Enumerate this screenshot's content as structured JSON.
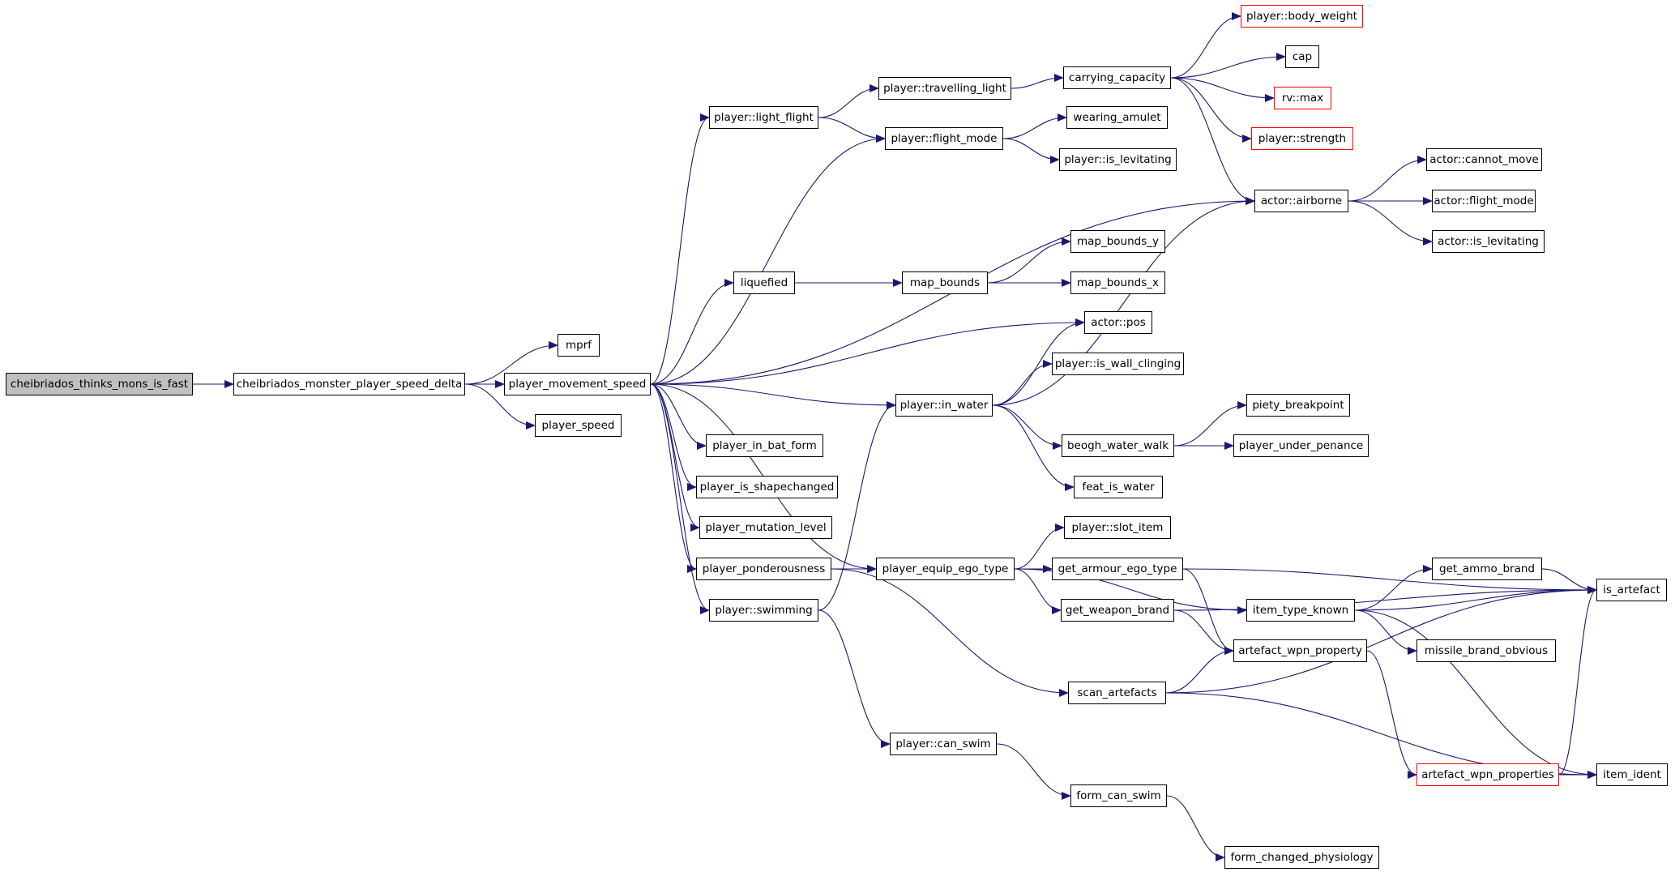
{
  "colors": {
    "edge": "#191970",
    "node_border": "#000000",
    "external_border": "#ff0000",
    "root_fill": "#bfbfbf",
    "node_fill": "#ffffff"
  },
  "nodes": [
    {
      "id": "cheibriados_thinks_mons_is_fast",
      "label": "cheibriados_thinks_mons_is_fast",
      "style": "root"
    },
    {
      "id": "cheibriados_monster_player_speed_delta",
      "label": "cheibriados_monster_player_speed_delta"
    },
    {
      "id": "mprf",
      "label": "mprf"
    },
    {
      "id": "player_movement_speed",
      "label": "player_movement_speed"
    },
    {
      "id": "player_speed",
      "label": "player_speed"
    },
    {
      "id": "player_light_flight",
      "label": "player::light_flight"
    },
    {
      "id": "player_travelling_light",
      "label": "player::travelling_light"
    },
    {
      "id": "carrying_capacity",
      "label": "carrying_capacity"
    },
    {
      "id": "player_body_weight",
      "label": "player::body_weight",
      "style": "external"
    },
    {
      "id": "cap",
      "label": "cap"
    },
    {
      "id": "rv_max",
      "label": "rv::max",
      "style": "external"
    },
    {
      "id": "player_strength",
      "label": "player::strength",
      "style": "external"
    },
    {
      "id": "player_flight_mode",
      "label": "player::flight_mode"
    },
    {
      "id": "wearing_amulet",
      "label": "wearing_amulet"
    },
    {
      "id": "player_is_levitating",
      "label": "player::is_levitating"
    },
    {
      "id": "actor_airborne",
      "label": "actor::airborne"
    },
    {
      "id": "actor_cannot_move",
      "label": "actor::cannot_move"
    },
    {
      "id": "actor_flight_mode",
      "label": "actor::flight_mode"
    },
    {
      "id": "actor_is_levitating",
      "label": "actor::is_levitating"
    },
    {
      "id": "liquefied",
      "label": "liquefied"
    },
    {
      "id": "map_bounds",
      "label": "map_bounds"
    },
    {
      "id": "map_bounds_y",
      "label": "map_bounds_y"
    },
    {
      "id": "map_bounds_x",
      "label": "map_bounds_x"
    },
    {
      "id": "actor_pos",
      "label": "actor::pos"
    },
    {
      "id": "player_is_wall_clinging",
      "label": "player::is_wall_clinging"
    },
    {
      "id": "player_in_water",
      "label": "player::in_water"
    },
    {
      "id": "piety_breakpoint",
      "label": "piety_breakpoint"
    },
    {
      "id": "beogh_water_walk",
      "label": "beogh_water_walk"
    },
    {
      "id": "player_under_penance",
      "label": "player_under_penance"
    },
    {
      "id": "feat_is_water",
      "label": "feat_is_water"
    },
    {
      "id": "player_in_bat_form",
      "label": "player_in_bat_form"
    },
    {
      "id": "player_is_shapechanged",
      "label": "player_is_shapechanged"
    },
    {
      "id": "player_mutation_level",
      "label": "player_mutation_level"
    },
    {
      "id": "player_slot_item",
      "label": "player::slot_item"
    },
    {
      "id": "player_ponderousness",
      "label": "player_ponderousness"
    },
    {
      "id": "player_equip_ego_type",
      "label": "player_equip_ego_type"
    },
    {
      "id": "get_armour_ego_type",
      "label": "get_armour_ego_type"
    },
    {
      "id": "get_ammo_brand",
      "label": "get_ammo_brand"
    },
    {
      "id": "is_artefact",
      "label": "is_artefact"
    },
    {
      "id": "get_weapon_brand",
      "label": "get_weapon_brand"
    },
    {
      "id": "item_type_known",
      "label": "item_type_known"
    },
    {
      "id": "player_swimming",
      "label": "player::swimming"
    },
    {
      "id": "artefact_wpn_property",
      "label": "artefact_wpn_property"
    },
    {
      "id": "missile_brand_obvious",
      "label": "missile_brand_obvious"
    },
    {
      "id": "scan_artefacts",
      "label": "scan_artefacts"
    },
    {
      "id": "player_can_swim",
      "label": "player::can_swim"
    },
    {
      "id": "artefact_wpn_properties",
      "label": "artefact_wpn_properties",
      "style": "external"
    },
    {
      "id": "item_ident",
      "label": "item_ident"
    },
    {
      "id": "form_can_swim",
      "label": "form_can_swim"
    },
    {
      "id": "form_changed_physiology",
      "label": "form_changed_physiology"
    }
  ],
  "edges": [
    [
      "cheibriados_thinks_mons_is_fast",
      "cheibriados_monster_player_speed_delta"
    ],
    [
      "cheibriados_monster_player_speed_delta",
      "mprf"
    ],
    [
      "cheibriados_monster_player_speed_delta",
      "player_movement_speed"
    ],
    [
      "cheibriados_monster_player_speed_delta",
      "player_speed"
    ],
    [
      "player_movement_speed",
      "player_light_flight"
    ],
    [
      "player_movement_speed",
      "player_flight_mode"
    ],
    [
      "player_movement_speed",
      "actor_airborne"
    ],
    [
      "player_movement_speed",
      "liquefied"
    ],
    [
      "player_movement_speed",
      "actor_pos"
    ],
    [
      "player_movement_speed",
      "player_in_water"
    ],
    [
      "player_movement_speed",
      "player_in_bat_form"
    ],
    [
      "player_movement_speed",
      "player_is_shapechanged"
    ],
    [
      "player_movement_speed",
      "player_mutation_level"
    ],
    [
      "player_movement_speed",
      "player_ponderousness"
    ],
    [
      "player_movement_speed",
      "player_swimming"
    ],
    [
      "player_movement_speed",
      "player_equip_ego_type"
    ],
    [
      "player_light_flight",
      "player_travelling_light"
    ],
    [
      "player_light_flight",
      "player_flight_mode"
    ],
    [
      "player_travelling_light",
      "carrying_capacity"
    ],
    [
      "carrying_capacity",
      "player_body_weight"
    ],
    [
      "carrying_capacity",
      "cap"
    ],
    [
      "carrying_capacity",
      "rv_max"
    ],
    [
      "carrying_capacity",
      "player_strength"
    ],
    [
      "carrying_capacity",
      "actor_airborne"
    ],
    [
      "player_flight_mode",
      "wearing_amulet"
    ],
    [
      "player_flight_mode",
      "player_is_levitating"
    ],
    [
      "actor_airborne",
      "actor_cannot_move"
    ],
    [
      "actor_airborne",
      "actor_flight_mode"
    ],
    [
      "actor_airborne",
      "actor_is_levitating"
    ],
    [
      "liquefied",
      "map_bounds"
    ],
    [
      "map_bounds",
      "map_bounds_y"
    ],
    [
      "map_bounds",
      "map_bounds_x"
    ],
    [
      "player_in_water",
      "actor_pos"
    ],
    [
      "player_in_water",
      "player_is_wall_clinging"
    ],
    [
      "player_in_water",
      "actor_airborne"
    ],
    [
      "player_in_water",
      "beogh_water_walk"
    ],
    [
      "player_in_water",
      "feat_is_water"
    ],
    [
      "beogh_water_walk",
      "piety_breakpoint"
    ],
    [
      "beogh_water_walk",
      "player_under_penance"
    ],
    [
      "player_ponderousness",
      "player_equip_ego_type"
    ],
    [
      "player_ponderousness",
      "scan_artefacts"
    ],
    [
      "player_swimming",
      "player_in_water"
    ],
    [
      "player_swimming",
      "player_can_swim"
    ],
    [
      "player_equip_ego_type",
      "player_slot_item"
    ],
    [
      "player_equip_ego_type",
      "get_armour_ego_type"
    ],
    [
      "player_equip_ego_type",
      "get_weapon_brand"
    ],
    [
      "player_equip_ego_type",
      "item_type_known"
    ],
    [
      "get_armour_ego_type",
      "is_artefact"
    ],
    [
      "get_armour_ego_type",
      "artefact_wpn_property"
    ],
    [
      "get_weapon_brand",
      "is_artefact"
    ],
    [
      "get_weapon_brand",
      "artefact_wpn_property"
    ],
    [
      "item_type_known",
      "get_ammo_brand"
    ],
    [
      "item_type_known",
      "is_artefact"
    ],
    [
      "item_type_known",
      "missile_brand_obvious"
    ],
    [
      "item_type_known",
      "item_ident"
    ],
    [
      "get_ammo_brand",
      "is_artefact"
    ],
    [
      "scan_artefacts",
      "artefact_wpn_property"
    ],
    [
      "scan_artefacts",
      "is_artefact"
    ],
    [
      "scan_artefacts",
      "item_ident"
    ],
    [
      "artefact_wpn_property",
      "artefact_wpn_properties"
    ],
    [
      "artefact_wpn_properties",
      "is_artefact"
    ],
    [
      "artefact_wpn_properties",
      "item_ident"
    ],
    [
      "player_can_swim",
      "form_can_swim"
    ],
    [
      "form_can_swim",
      "form_changed_physiology"
    ]
  ]
}
